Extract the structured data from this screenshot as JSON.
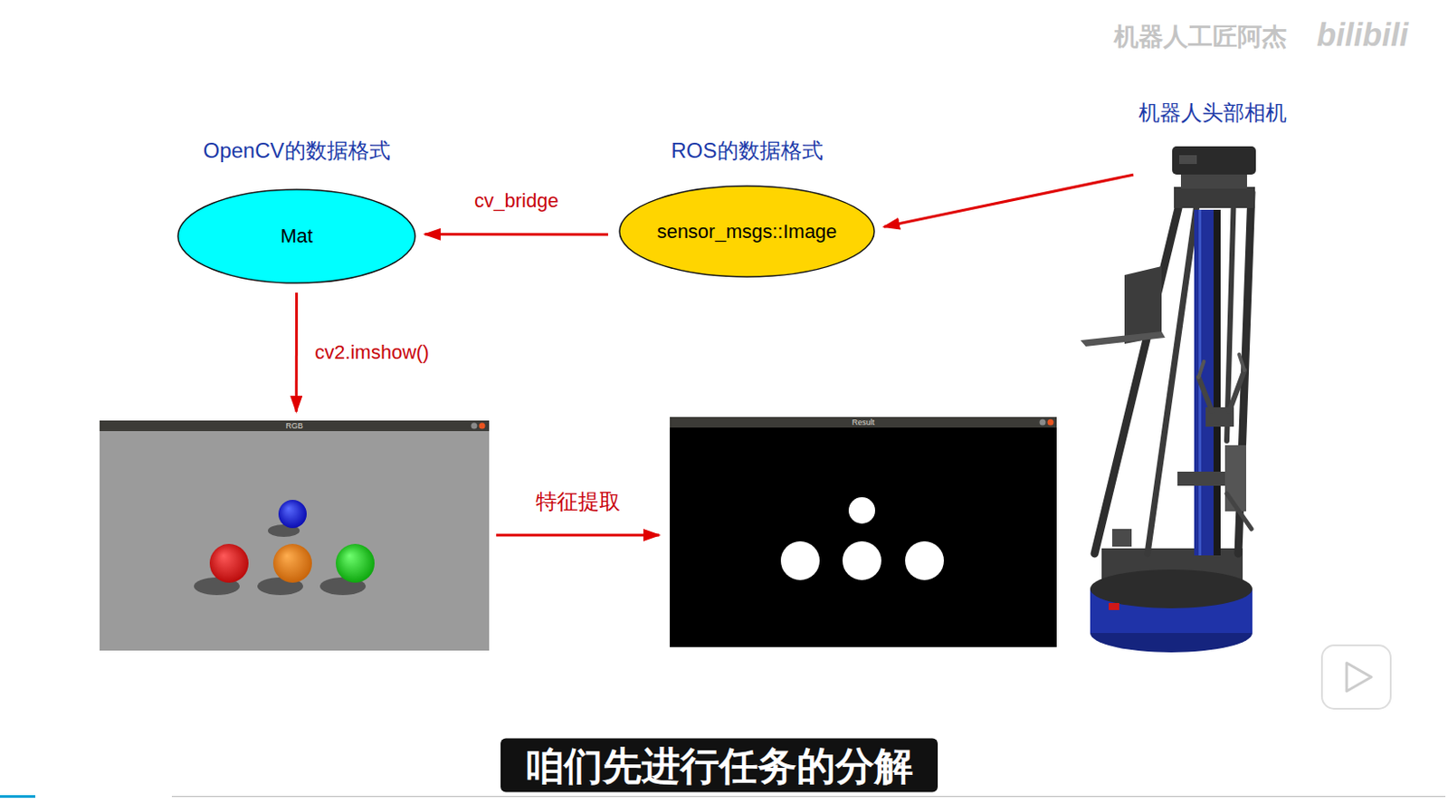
{
  "diagram": {
    "nodes": [
      {
        "text": [
          "OpenCV的数据格式",
          "Mat"
        ]
      },
      {
        "text": [
          "ROS的数据格式",
          "sensor_msgs::Image"
        ]
      },
      {
        "text": [
          "机器人头部相机"
        ]
      },
      {
        "text": [
          "RGB"
        ]
      },
      {
        "text": [
          "Result"
        ]
      }
    ],
    "edges": [
      {
        "from": 2,
        "to": 1,
        "arrow": "to"
      },
      {
        "from": 1,
        "to": 0,
        "label": "cv_bridge",
        "arrow": "to"
      },
      {
        "from": 0,
        "to": 3,
        "label": "cv2.imshow()",
        "arrow": "to"
      },
      {
        "from": 3,
        "to": 4,
        "label": "特征提取",
        "arrow": "to"
      }
    ],
    "labels": [
      "机器人工匠阿杰",
      "bilibili",
      "咱们先进行任务的分解"
    ]
  }
}
